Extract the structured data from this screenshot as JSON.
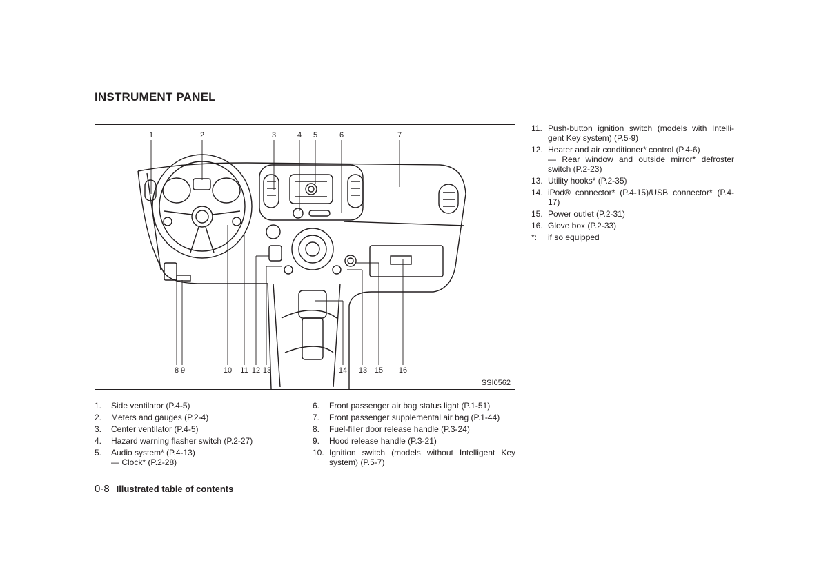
{
  "page": {
    "title": "INSTRUMENT PANEL",
    "figure_code": "SSI0562",
    "page_number": "0-8",
    "section_title": "Illustrated table of contents"
  },
  "figure": {
    "callouts_top": [
      "1",
      "2",
      "3",
      "4",
      "5",
      "6",
      "7"
    ],
    "callouts_bottom": [
      "8",
      "9",
      "10",
      "11",
      "12",
      "13",
      "14",
      "13",
      "15",
      "16"
    ]
  },
  "left_list": [
    {
      "num": "1.",
      "text": "Side ventilator (P.4-5)",
      "sub": ""
    },
    {
      "num": "2.",
      "text": "Meters and gauges (P.2-4)",
      "sub": ""
    },
    {
      "num": "3.",
      "text": "Center ventilator (P.4-5)",
      "sub": ""
    },
    {
      "num": "4.",
      "text": "Hazard warning flasher switch (P.2-27)",
      "sub": ""
    },
    {
      "num": "5.",
      "text": "Audio system* (P.4-13)",
      "sub": "— Clock* (P.2-28)"
    }
  ],
  "mid_list": [
    {
      "num": "6.",
      "text": "Front passenger air bag status light (P.1-51)",
      "sub": ""
    },
    {
      "num": "7.",
      "text": "Front passenger supplemental air bag (P.1-44)",
      "sub": ""
    },
    {
      "num": "8.",
      "text": "Fuel-filler door release handle (P.3-24)",
      "sub": ""
    },
    {
      "num": "9.",
      "text": "Hood release handle (P.3-21)",
      "sub": ""
    },
    {
      "num": "10.",
      "text": "Ignition switch (models without Intelligent Key system) (P.5-7)",
      "sub": ""
    }
  ],
  "right_list": [
    {
      "num": "11.",
      "text": "Push-button ignition switch (models with Intelli-gent Key system) (P.5-9)",
      "sub": ""
    },
    {
      "num": "12.",
      "text": "Heater and air conditioner* control (P.4-6)",
      "sub": "— Rear window and outside mirror* defroster switch (P.2-23)"
    },
    {
      "num": "13.",
      "text": "Utility hooks* (P.2-35)",
      "sub": ""
    },
    {
      "num": "14.",
      "text": "iPod® connector* (P.4-15)/USB connector* (P.4-17)",
      "sub": ""
    },
    {
      "num": "15.",
      "text": "Power outlet (P.2-31)",
      "sub": ""
    },
    {
      "num": "16.",
      "text": "Glove box (P.2-33)",
      "sub": ""
    },
    {
      "num": "*:",
      "text": "if so equipped",
      "sub": ""
    }
  ]
}
